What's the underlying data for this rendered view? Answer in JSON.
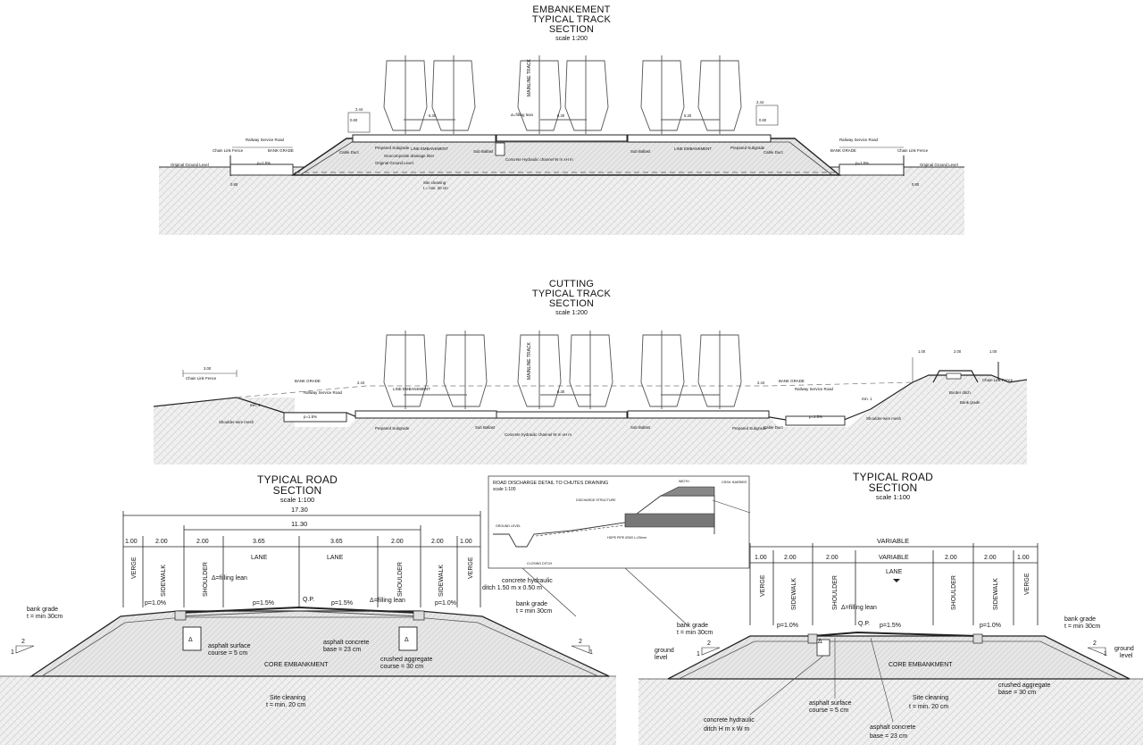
{
  "embankment": {
    "title_line1": "EMBANKEMENT",
    "title_line2": "TYPICAL TRACK",
    "title_line3": "SECTION",
    "scale": "scale 1:200",
    "mainline_label": "MAINLINE TRACK",
    "labels": {
      "service_road_left": "Railway Service Road",
      "service_road_right": "Railway Service Road",
      "fence_left": "Chain Link Fence",
      "fence_right": "Chain Link Fence",
      "ogl_left": "Original Ground Level",
      "ogl_right": "Original Ground Level",
      "ogl_center": "Original Ground Level",
      "bank_grade_left": "BANK GRADE",
      "bank_grade_right": "BANK GRADE",
      "cable_duct_left": "Cable Duct",
      "cable_duct_right": "Cable Duct",
      "prepared_subgrade_left": "Prepared Subgrade",
      "prepared_subgrade_right": "Prepared Subgrade",
      "line_left": "LINE EMBANKMENT",
      "line_right": "LINE EMBANKMENT",
      "drainage_liner": "Geocomposite drainage liner",
      "sub_ballast_left": "Sub Ballast",
      "sub_ballast_right": "Sub Ballast",
      "filling_lean": "Δ=filling lean",
      "hydraulic_channel": "Concrete Hydraulic channel W m  xH m",
      "site_cleaning": "Site cleaning",
      "site_cleaning_depth": "t = min. 20 cm",
      "slope_left": "p=1.5%",
      "slope_right": "p=1.5%",
      "dim_a": "6.30",
      "dim_b": "6.30",
      "dim_c": "6.30",
      "dim_d": "2.44",
      "dim_e": "2.44",
      "dim_f": "0.60",
      "dim_g": "0.60",
      "dim_h": "0.80",
      "dim_i": "0.80"
    }
  },
  "cutting": {
    "title_line1": "CUTTING",
    "title_line2": "TYPICAL TRACK",
    "title_line3": "SECTION",
    "scale": "scale 1:200",
    "mainline_label": "MAINLINE TRACK",
    "labels": {
      "fence_left": "Chain Link Fence",
      "fence_right": "Chain Link Fence",
      "service_road_left": "Railway Service Road",
      "service_road_right": "Railway Service Road",
      "bank_grade_left": "BANK GRADE",
      "bank_grade_right": "BANK GRADE",
      "line_center": "LINE EMBANKMENT",
      "shoulder_mesh_left": "Shoulder-wire mesh",
      "shoulder_mesh_right": "Shoulder-wire mesh",
      "prepared_subgrade_left": "Prepared Subgrade",
      "prepared_subgrade_right": "Prepared Subgrade",
      "sub_ballast_left": "Sub Ballast",
      "sub_ballast_right": "Sub Ballast",
      "hydraulic_channel": "Concrete hydraulic channel W m  xH m",
      "cable_duct": "Cable Duct",
      "border_ditch": "Border ditch",
      "bank_grade_small": "Bank grade",
      "slope_left": "p=1.5%",
      "slope_right": "p=1.5%",
      "dim_top_left": "3.00",
      "dim_a": "2.44",
      "dim_b": "2.44",
      "dim_c": "6.30",
      "dim_d": "1.00",
      "dim_e": "2.00",
      "dim_f": "1.00",
      "ratio_left": "min. 1",
      "ratio_right": "min. 1"
    }
  },
  "road_left": {
    "title_line1": "TYPICAL ROAD",
    "title_line2": "SECTION",
    "scale": "scale 1:100",
    "overall": "17.30",
    "inner": "11.30",
    "widths": [
      "1.00",
      "2.00",
      "2.00",
      "3.65",
      "3.65",
      "2.00",
      "2.00",
      "1.00"
    ],
    "zones": [
      "VERGE",
      "SIDEWALK",
      "SHOULDER",
      "LANE",
      "LANE",
      "SHOULDER",
      "SIDEWALK",
      "VERGE"
    ],
    "slope_side_left": "p=1.0%",
    "slope_lane_left": "p=1.5%",
    "slope_lane_right": "p=1.5%",
    "slope_side_right": "p=1.0%",
    "qp": "Q.P.",
    "filling_left": "Δ=filling lean",
    "filling_right": "Δ=filling lean",
    "delta": "Δ",
    "bank_grade_left": "bank grade",
    "bank_grade_left_t": "t = min 30cm",
    "bank_grade_right": "bank grade",
    "bank_grade_right_t": "t = min 30cm",
    "hydraulic": "concrete hydraulic",
    "hydraulic_dim": "ditch 1.50 m x 0.50 m",
    "asphalt_surface": "asphalt surface",
    "asphalt_surface_t": "course = 5 cm",
    "asphalt_concrete": "asphalt concrete",
    "asphalt_concrete_t": "base = 23 cm",
    "crushed": "crushed aggregate",
    "crushed_t": "course = 30 cm",
    "core": "CORE EMBANKMENT",
    "site_cleaning": "Site cleaning",
    "site_cleaning_t": "t = min. 20 cm",
    "ratio_h": "2",
    "ratio_v": "1"
  },
  "discharge": {
    "title": "ROAD DISCHARGE DETAIL TO CHUTES DRAINING",
    "scale": "scale 1:100",
    "labels": {
      "discharge_structure": "DISCHARGE STRUCTURE",
      "ground_level": "GROUND LEVEL",
      "closing": "CLOSING DITCH",
      "pipe": "HDPE PIPE Ø300 L=25mm",
      "width": "WIDTH",
      "crash": "CRSH. BARRIER"
    }
  },
  "road_right": {
    "title_line1": "TYPICAL ROAD",
    "title_line2": "SECTION",
    "scale": "scale 1:100",
    "overall": "VARIABLE",
    "widths": [
      "1.00",
      "2.00",
      "2.00",
      "VARIABLE",
      "2.00",
      "2.00",
      "1.00"
    ],
    "zones": [
      "VERGE",
      "SIDEWALK",
      "SHOULDER",
      "LANE",
      "SHOULDER",
      "SIDEWALK",
      "VERGE"
    ],
    "slope_side_left": "p=1.0%",
    "slope_lane": "p=1.5%",
    "slope_side_right": "p=1.0%",
    "qp": "Q.P.",
    "filling": "Δ=filling lean",
    "delta": "Δ",
    "bank_grade_left": "bank grade",
    "bank_grade_left_t": "t = min 30cm",
    "bank_grade_right": "bank grade",
    "bank_grade_right_t": "t = min 30cm",
    "ground_left": "ground",
    "ground_left_2": "level",
    "ground_right": "ground",
    "ground_right_2": "level",
    "core": "CORE EMBANKMENT",
    "crushed": "crushed aggregate",
    "crushed_t": "base = 30 cm",
    "site_cleaning": "Site cleaning",
    "site_cleaning_t": "t = min. 20 cm",
    "asphalt_surface": "asphalt surface",
    "asphalt_surface_t": "course = 5 cm",
    "asphalt_concrete": "asphalt concrete",
    "asphalt_concrete_t": "base = 23 cm",
    "hydraulic": "concrete hydraulic",
    "hydraulic_dim": "ditch H m  x W m",
    "ratio_h": "2",
    "ratio_v": "1"
  }
}
